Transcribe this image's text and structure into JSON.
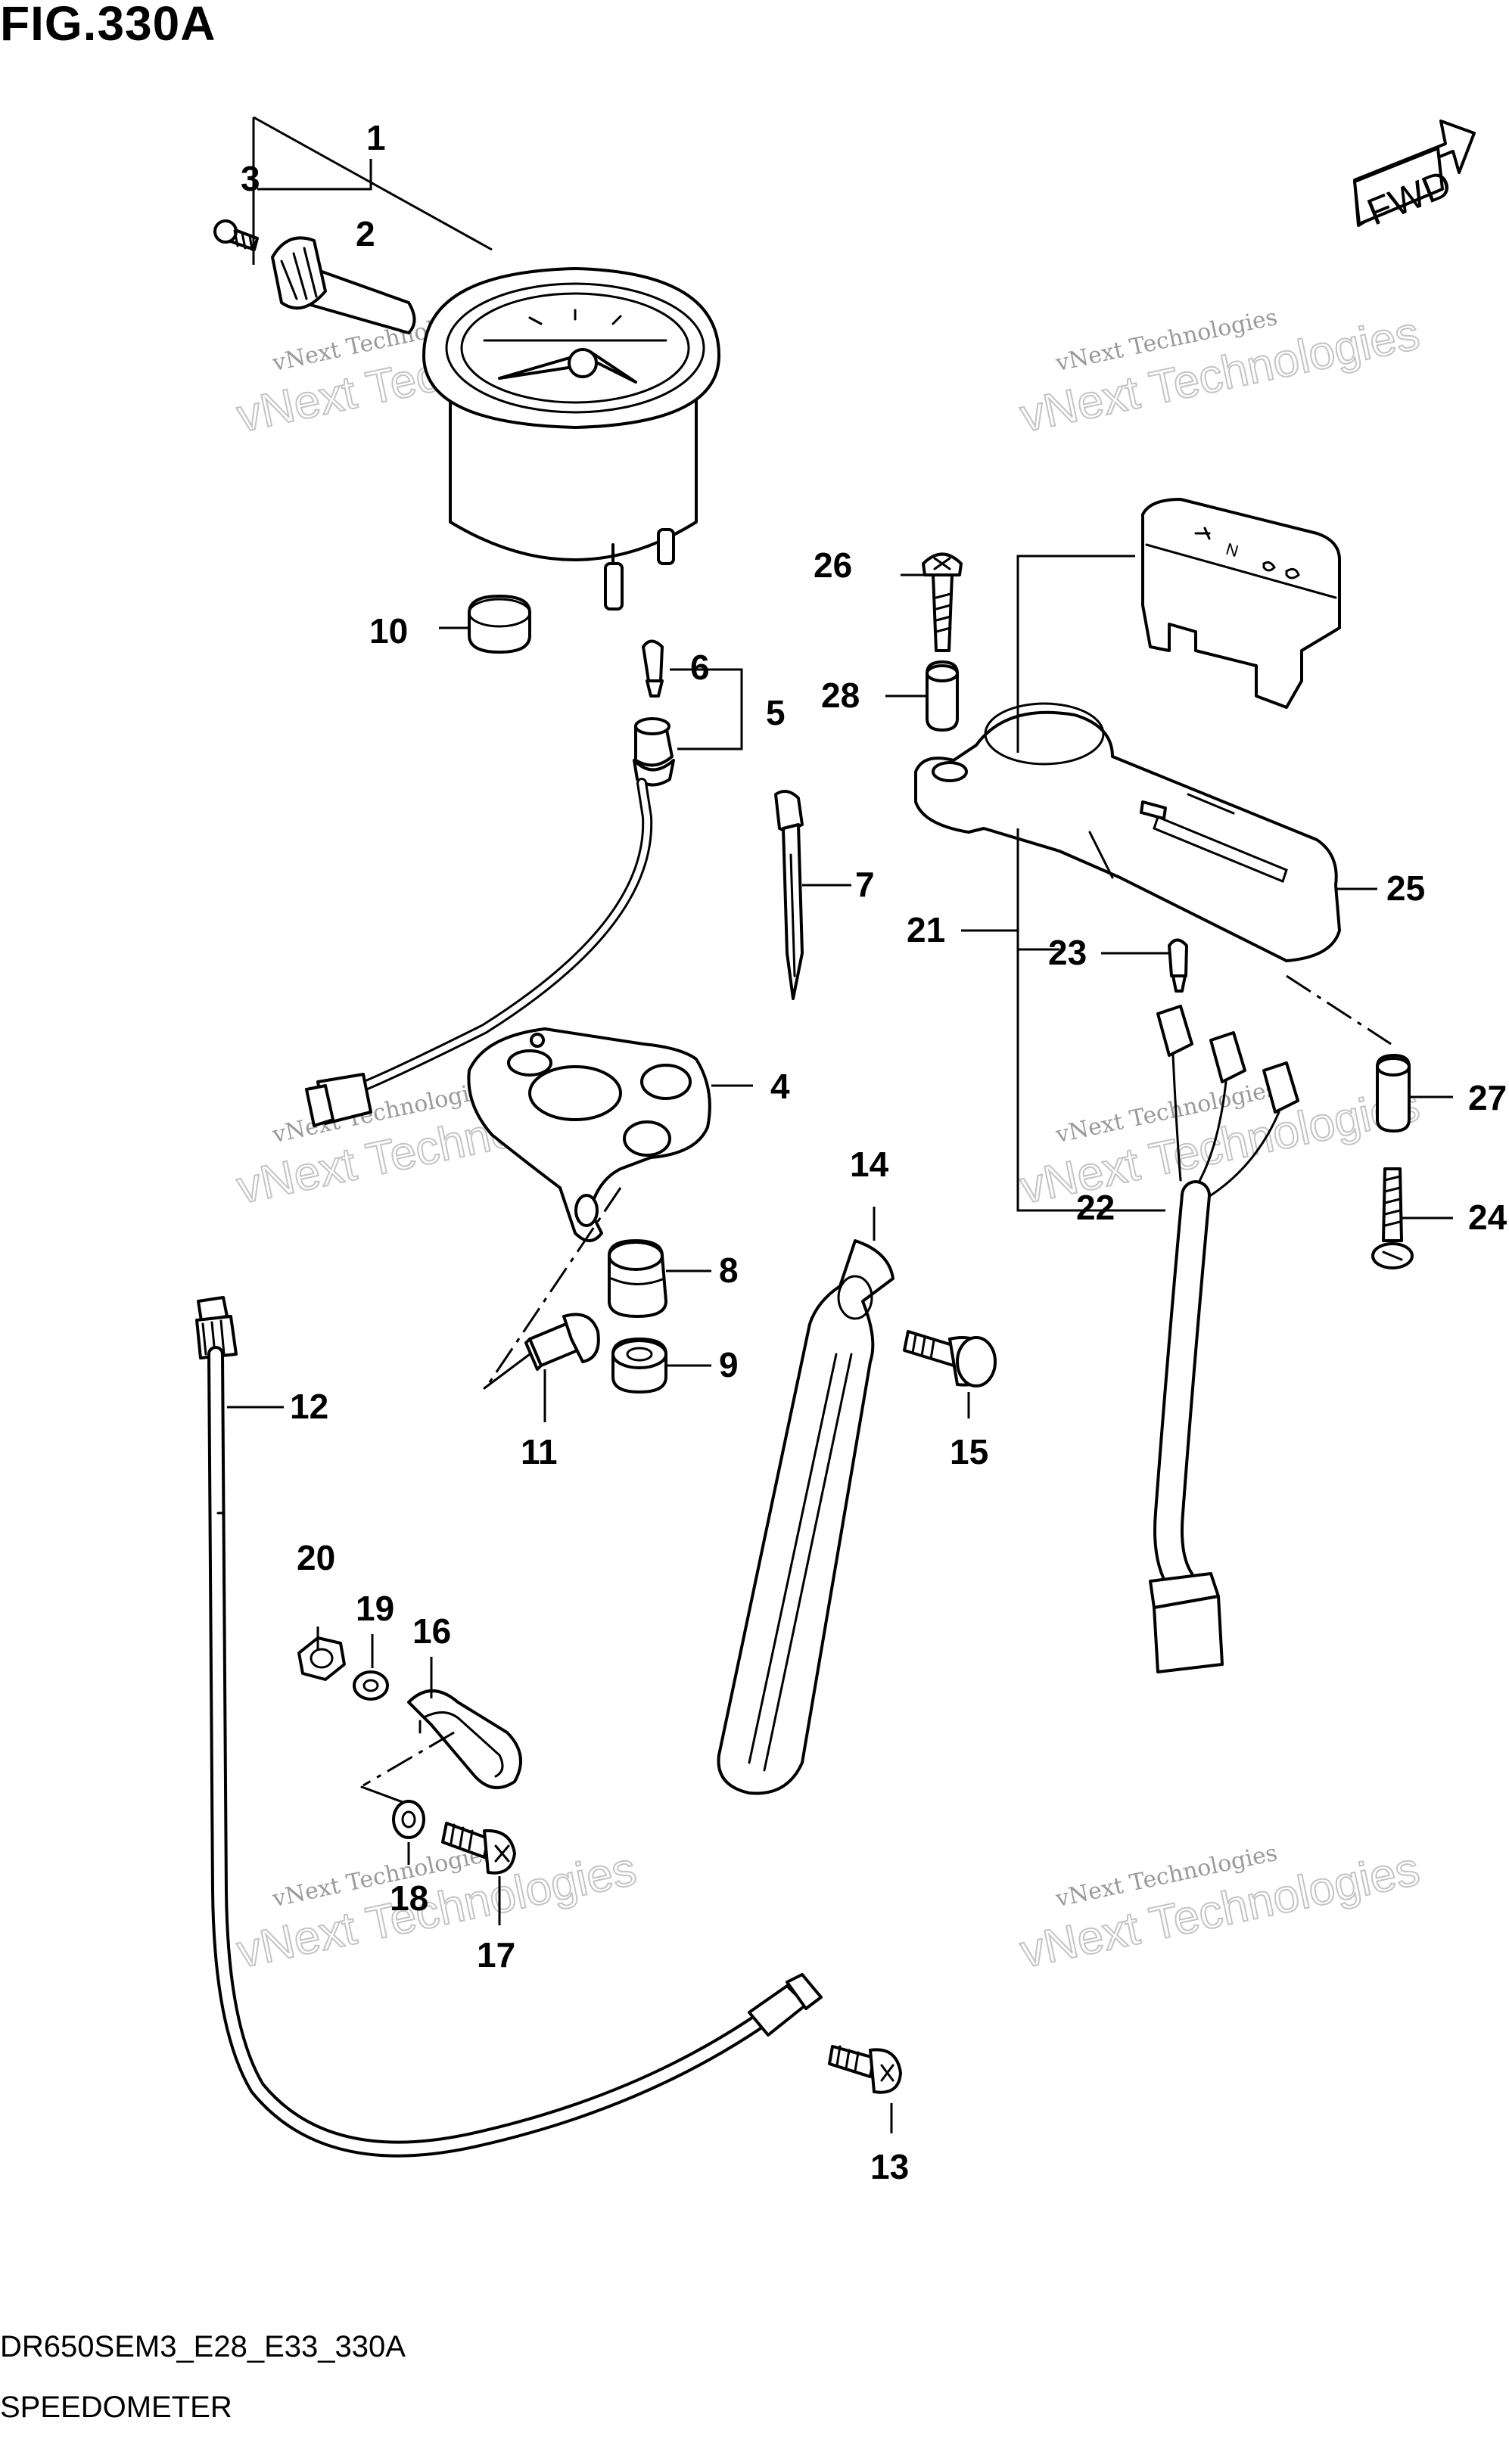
{
  "header": {
    "figure_title": "FIG.330A"
  },
  "footer": {
    "model_code": "DR650SEM3_E28_E33_330A",
    "section_name": "SPEEDOMETER"
  },
  "direction_tag": {
    "text": "FWD"
  },
  "watermark": {
    "line1": "vNext Technologies",
    "line2": "vNext Technologies"
  },
  "callouts": {
    "c1": "1",
    "c2": "2",
    "c3": "3",
    "c4": "4",
    "c5": "5",
    "c6": "6",
    "c7": "7",
    "c8": "8",
    "c9": "9",
    "c10": "10",
    "c11": "11",
    "c12": "12",
    "c13": "13",
    "c14": "14",
    "c15": "15",
    "c16": "16",
    "c17": "17",
    "c18": "18",
    "c19": "19",
    "c20": "20",
    "c21": "21",
    "c22": "22",
    "c23": "23",
    "c24": "24",
    "c25": "25",
    "c26": "26",
    "c27": "27",
    "c28": "28"
  },
  "indicator_symbols": [
    "N"
  ]
}
